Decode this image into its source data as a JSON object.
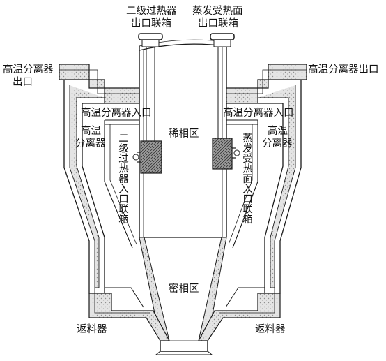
{
  "labels": {
    "sec_superheater_outlet_header": [
      "二级过热器",
      "出口联箱"
    ],
    "evap_surface_outlet_header": [
      "蒸发受热面",
      "出口联箱"
    ],
    "left_separator_outlet": [
      "高温分离器",
      "出口"
    ],
    "right_separator_outlet": "高温分离器出口",
    "left_separator_inlet": "高温分离器入口",
    "right_separator_inlet": "高温分离器入口",
    "left_separator": [
      "高温",
      "分离器"
    ],
    "right_separator": [
      "高温",
      "分离器"
    ],
    "dilute_zone": "稀相区",
    "sec_superheater_inlet_header": "二级过热器入口联箱",
    "evap_surface_inlet_header": "蒸发受热面入口联箱",
    "dense_zone": "密相区",
    "left_loop_seal": "返料器",
    "right_loop_seal": "返料器"
  },
  "colors": {
    "line": "#1a1a1a",
    "refractory_fill": "#d8d8d8",
    "header_fill": "#8a8a8a"
  }
}
